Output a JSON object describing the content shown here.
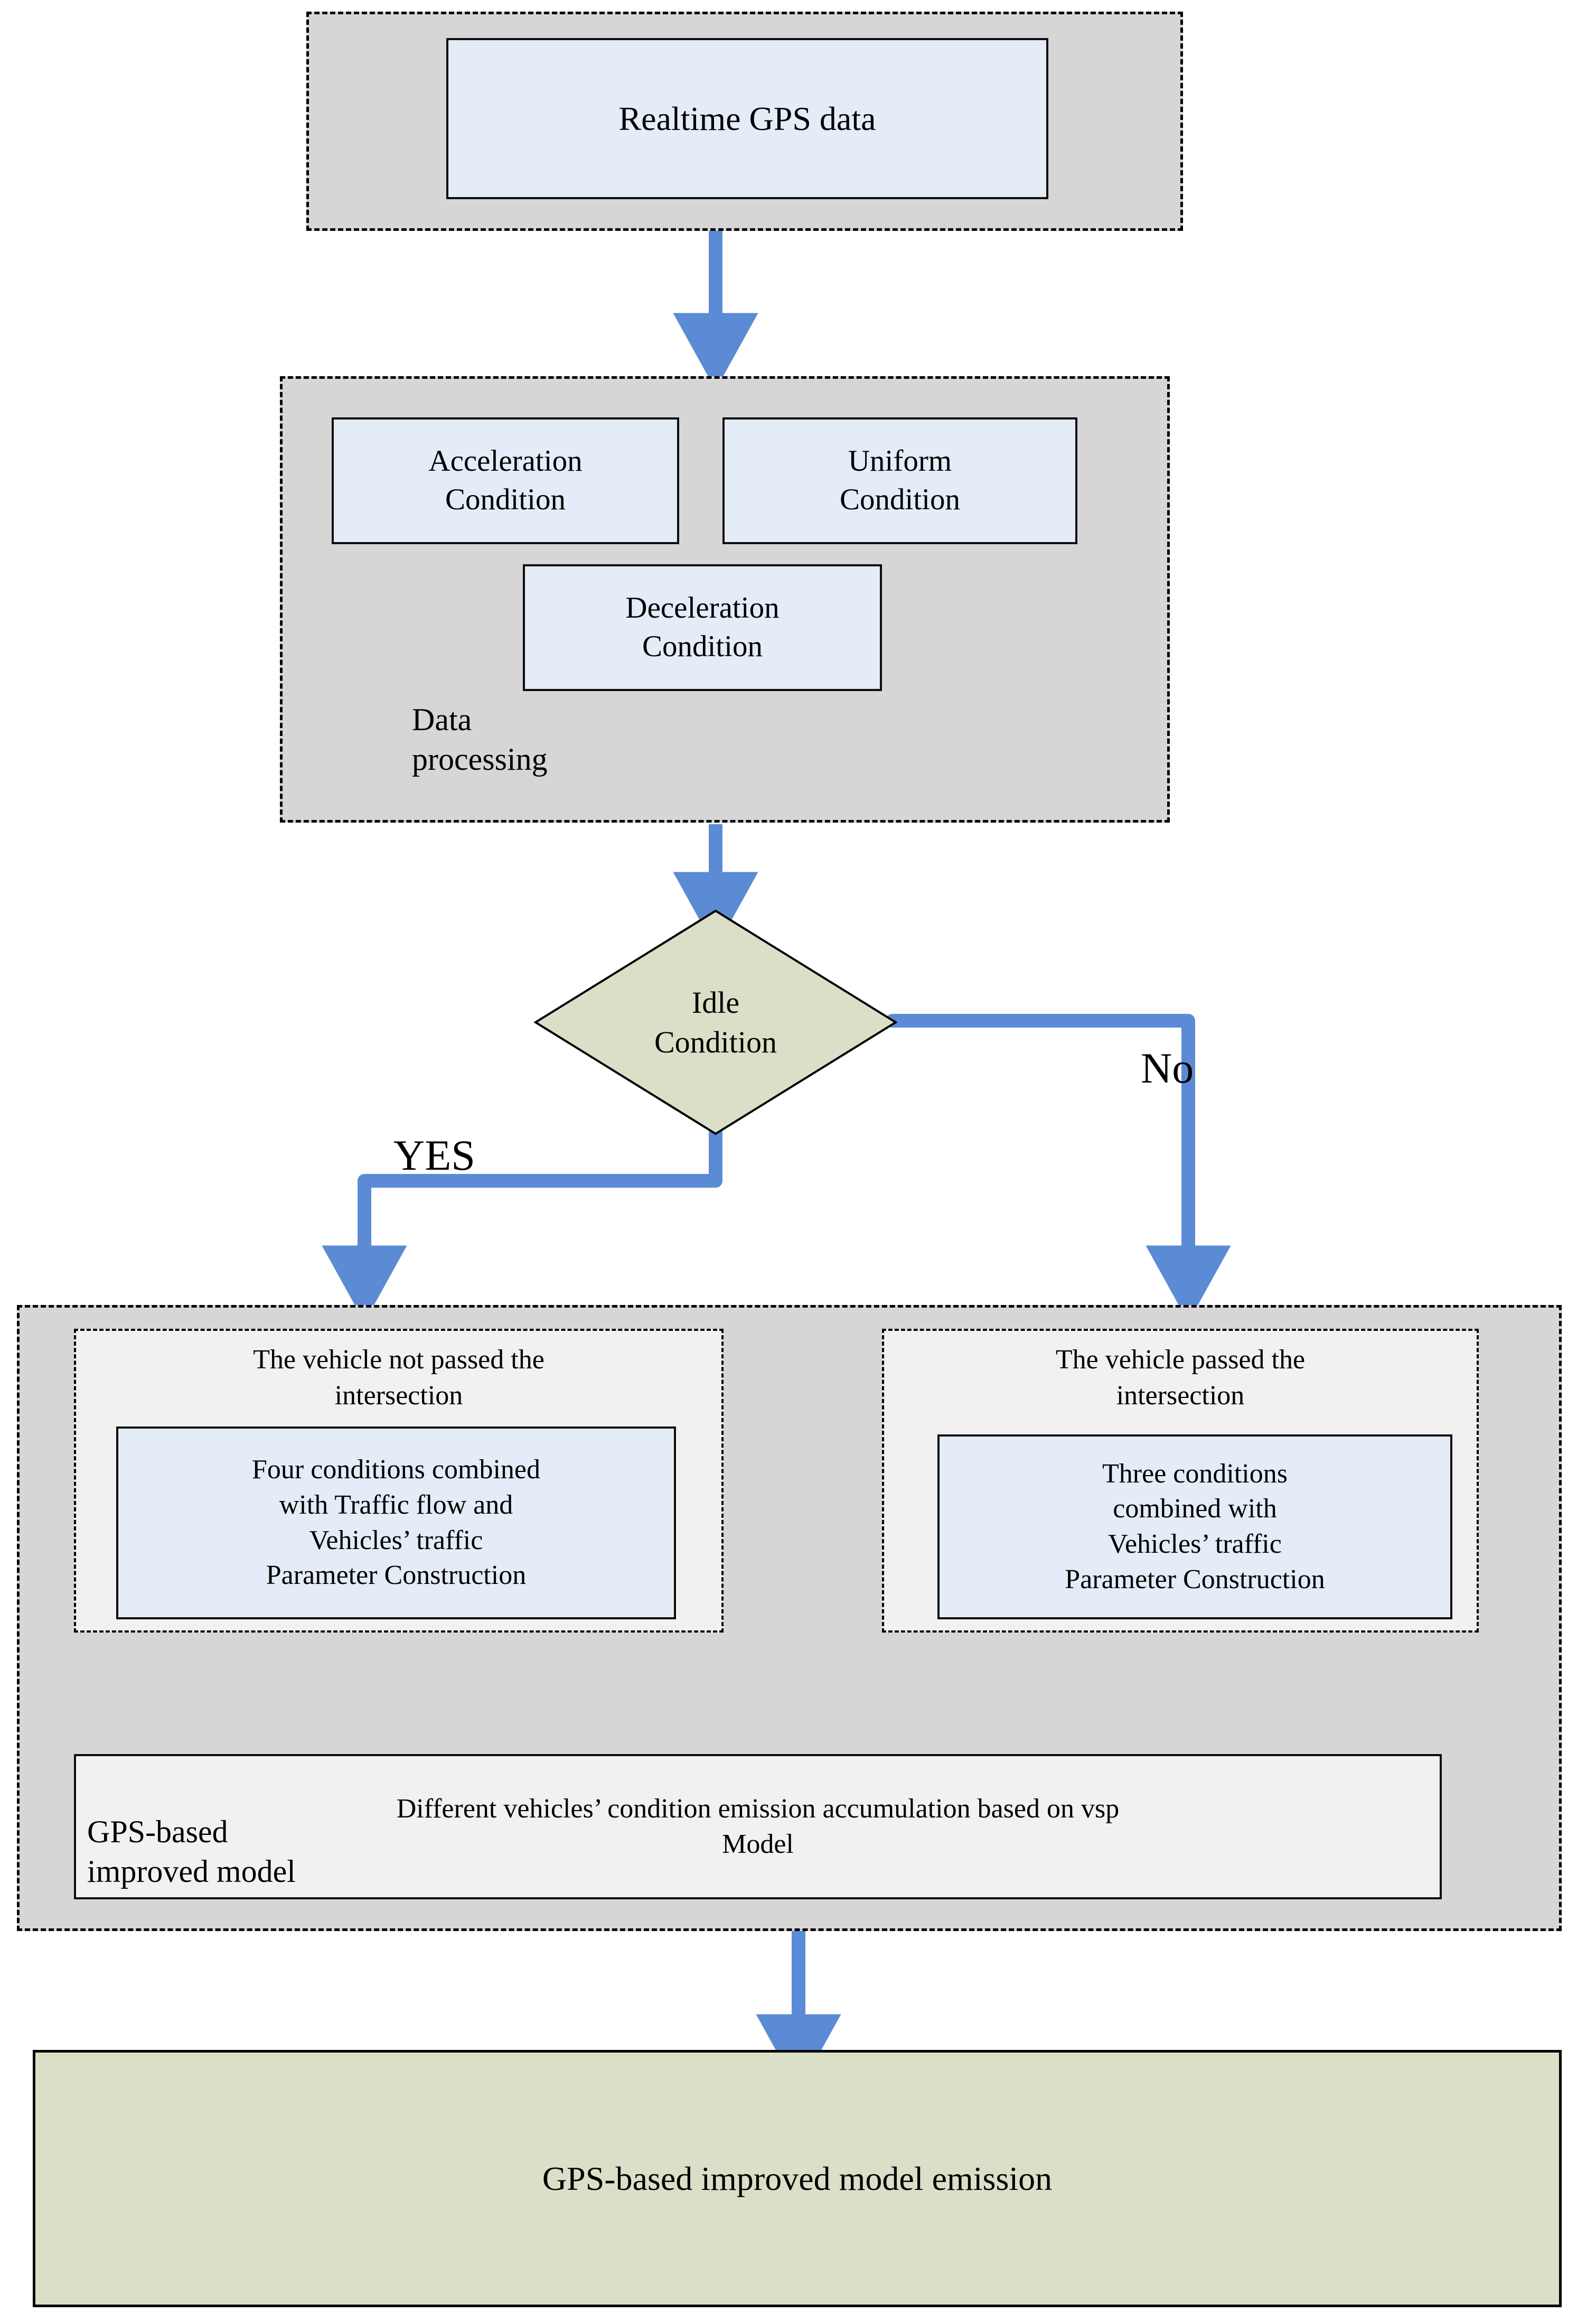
{
  "diagram": {
    "title": "GPS-based improved vehicle emission model flowchart",
    "colors": {
      "group_fill": "#d6d6d6",
      "process_fill": "#e4ecf7",
      "subgroup_fill": "#f1f1f1",
      "decision_fill": "#dcdfc8",
      "terminal_fill": "#dcdfc8",
      "arrow": "#5b8bd5",
      "stroke": "#000000"
    }
  },
  "stage_input": {
    "box_label": "Realtime GPS data"
  },
  "stage_processing": {
    "group_label": "Data\nprocessing",
    "conditions": [
      {
        "label": "Acceleration\nCondition"
      },
      {
        "label": "Uniform\nCondition"
      },
      {
        "label": "Deceleration\nCondition"
      }
    ]
  },
  "decision": {
    "label": "Idle\nCondition",
    "yes_label": "YES",
    "no_label": "No"
  },
  "stage_model": {
    "group_label": "GPS-based\nimproved model",
    "branches": [
      {
        "heading": "The vehicle not passed the\nintersection",
        "body": "Four conditions combined\nwith Traffic flow and\nVehicles’ traffic\nParameter Construction"
      },
      {
        "heading": "The vehicle passed the\nintersection",
        "body": "Three conditions\ncombined with\nVehicles’ traffic\nParameter Construction"
      }
    ],
    "accumulation_label": "Different vehicles’ condition emission accumulation based on vsp\nModel"
  },
  "stage_output": {
    "label": "GPS-based improved model emission"
  }
}
